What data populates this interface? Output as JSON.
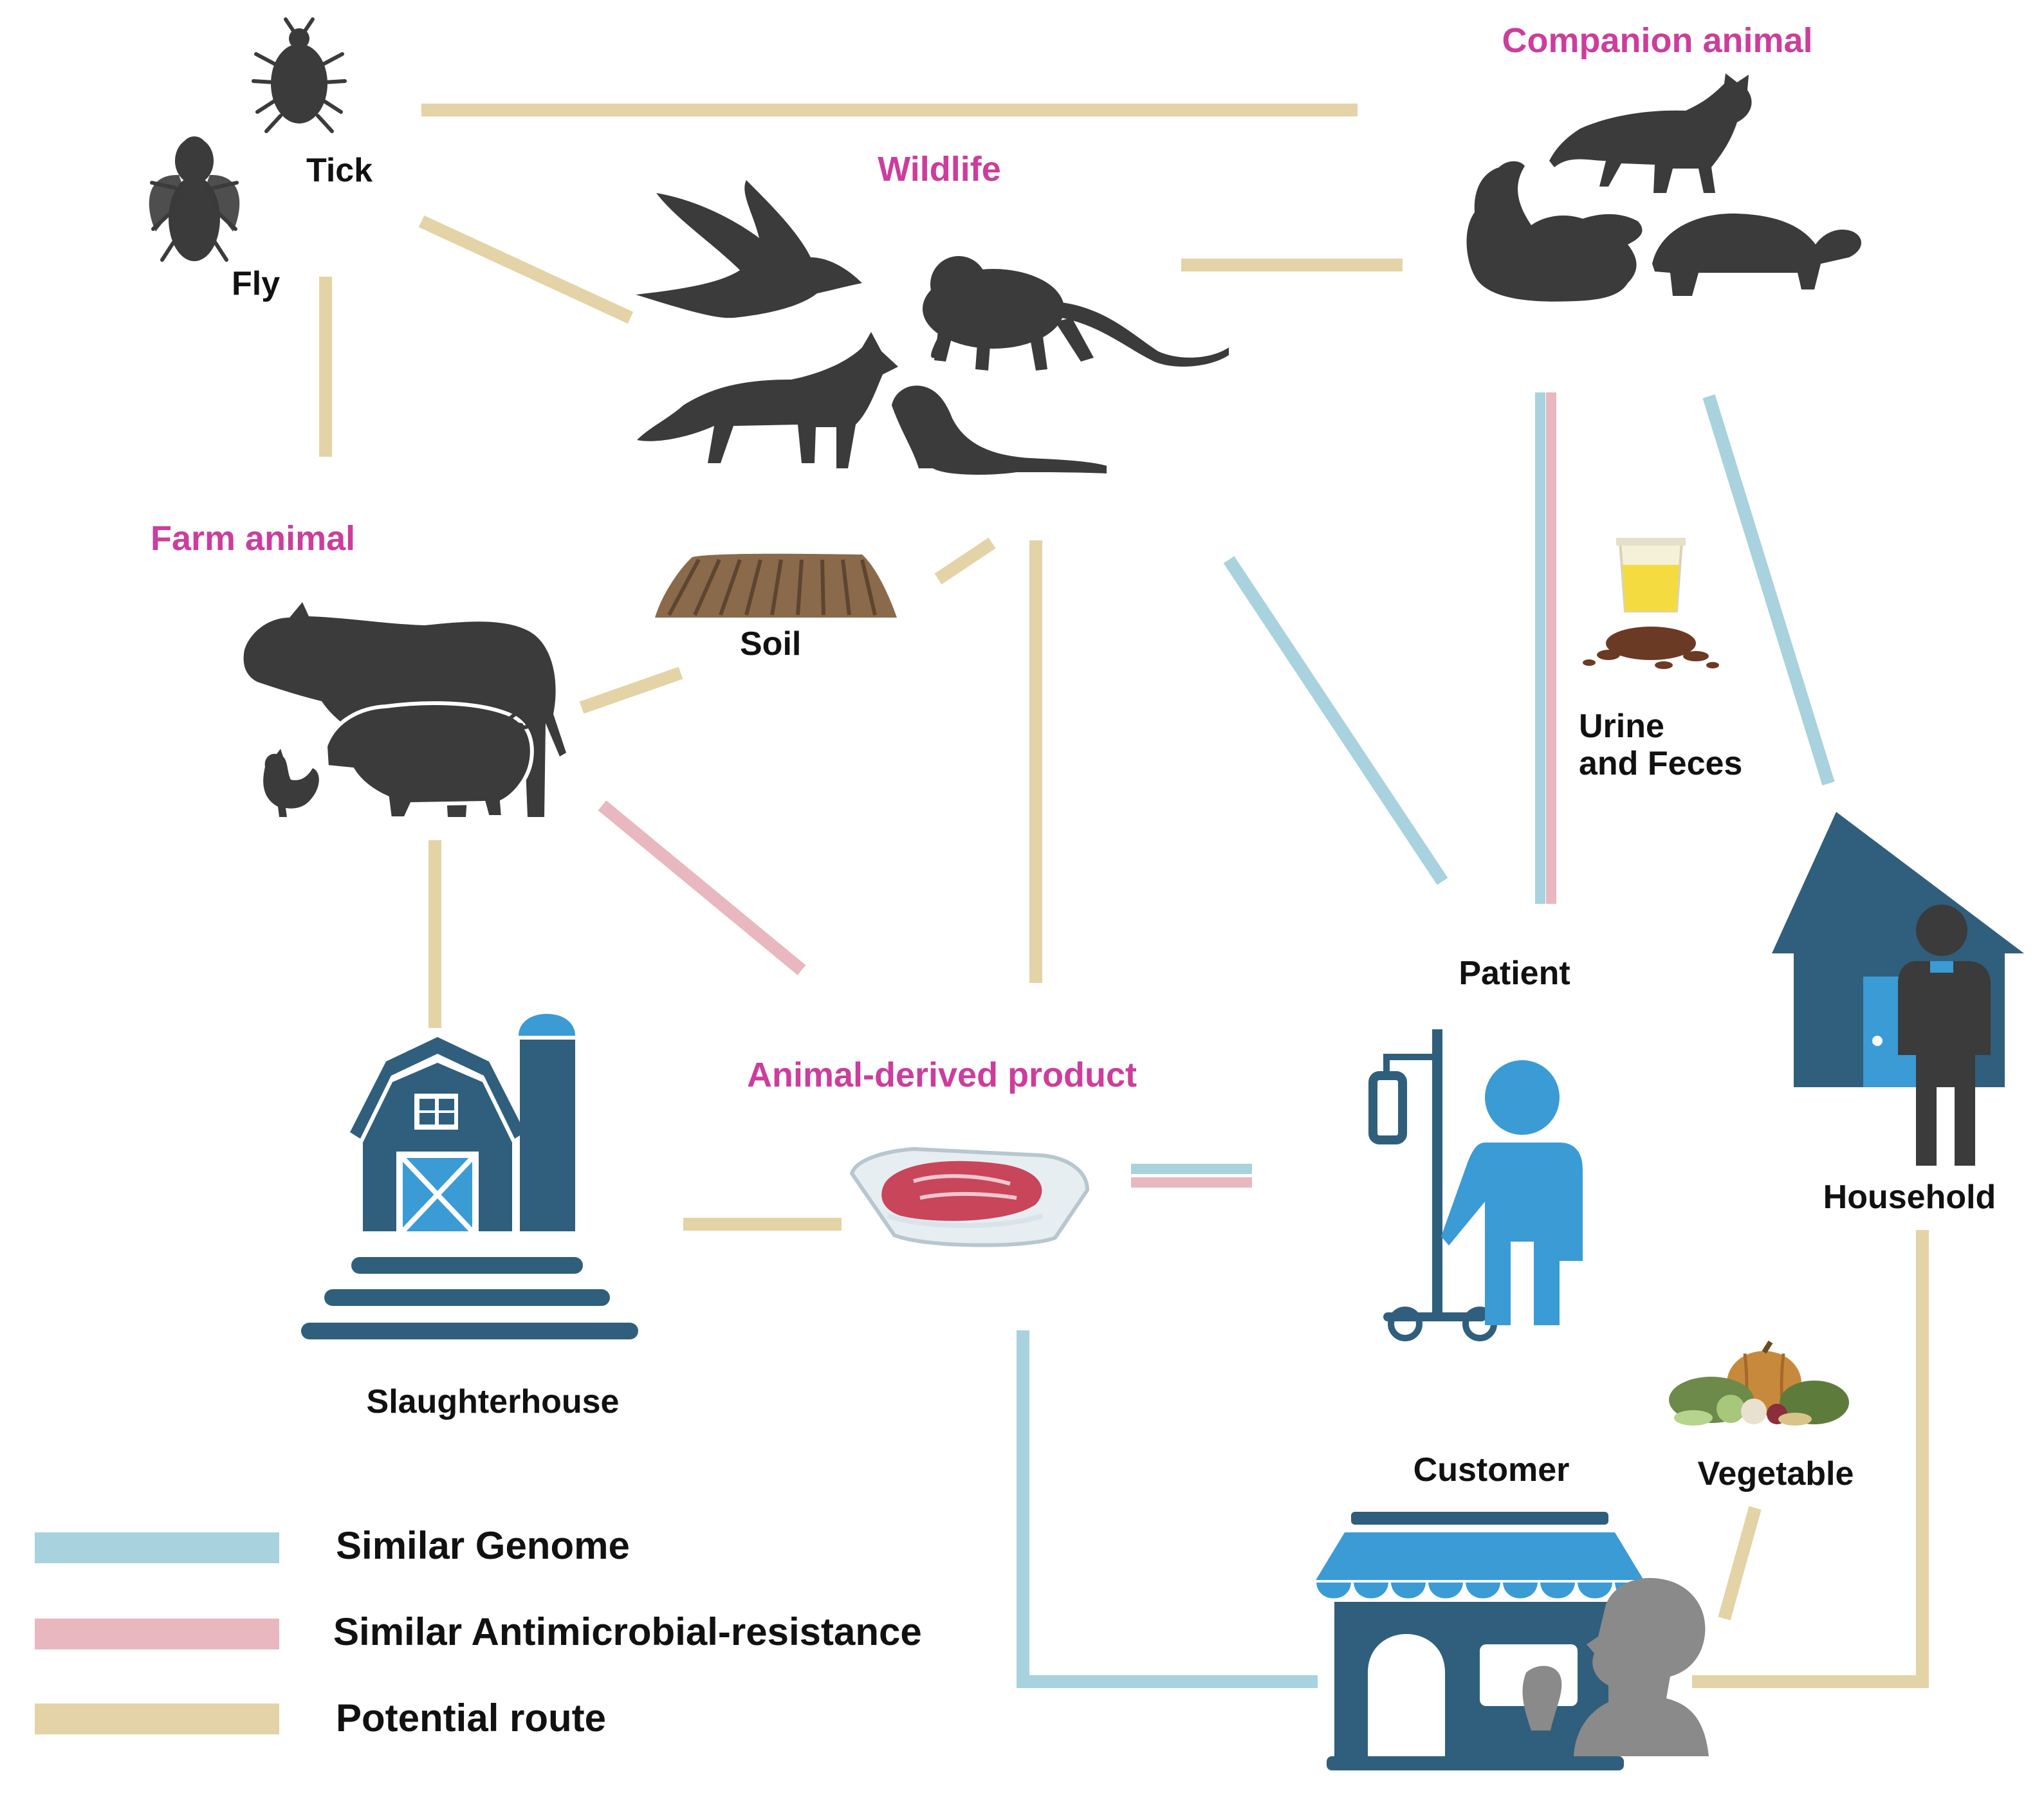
{
  "colors": {
    "genome": "#a8d2dd",
    "amr": "#e9b7bf",
    "potential": "#e3d3a6",
    "category_text": "#cc3d9c",
    "silhouette": "#3b3b3b",
    "building": "#2f5f7d",
    "accent_blue": "#3a9bd5",
    "person_gray": "#8a8a8a",
    "soil": "#8a6a4a"
  },
  "labels": {
    "companion_animal": "Companion animal",
    "wildlife": "Wildlife",
    "tick": "Tick",
    "fly": "Fly",
    "farm_animal": "Farm animal",
    "soil": "Soil",
    "urine": "Urine",
    "and_feces": "and Feces",
    "patient": "Patient",
    "household": "Household",
    "animal_derived_product": "Animal-derived product",
    "slaughterhouse": "Slaughterhouse",
    "customer": "Customer",
    "vegetable": "Vegetable"
  },
  "legend": [
    {
      "label": "Similar Genome",
      "color": "#a8d2dd"
    },
    {
      "label": "Similar Antimicrobial-resistance",
      "color": "#e9b7bf"
    },
    {
      "label": "Potential route",
      "color": "#e3d3a6"
    }
  ],
  "icons": {
    "tick": "tick-icon",
    "fly": "fly-icon",
    "bird": "bird-icon",
    "monkey": "monkey-icon",
    "fox": "fox-icon",
    "ferret": "ferret-icon",
    "cat": "cat-icon",
    "dog": "dog-icon",
    "turtle": "turtle-icon",
    "cow": "cow-icon",
    "pig": "pig-icon",
    "chicken": "chicken-icon",
    "soil": "soil-icon",
    "urine_cup": "urine-cup-icon",
    "feces": "feces-icon",
    "patient": "patient-icon",
    "iv_stand": "iv-stand-icon",
    "house": "house-icon",
    "barn": "barn-icon",
    "meat_tray": "meat-tray-icon",
    "shop": "shop-icon",
    "vegetables": "vegetables-icon"
  }
}
